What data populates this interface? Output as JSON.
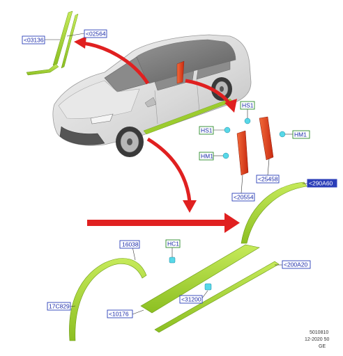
{
  "labels": {
    "l03136": "<03136",
    "l02564": "<02564",
    "hs1_top": "HS1",
    "hs1_left": "HS1",
    "hm1_right": "HM1",
    "hm1_left": "HM1",
    "l25458": "<25458",
    "l20554": "<20554",
    "l290a60": "<290A60",
    "l16038": "16038",
    "hc1": "HC1",
    "l200a20": "<200A20",
    "l17c829": "17C829",
    "l31200": "<31200",
    "l10176": "<10176"
  },
  "footer": {
    "line1": "5010810",
    "line2": "12-2020 50",
    "line3": "GE"
  },
  "colors": {
    "part_green": "#a8d63a",
    "part_red": "#e8401c",
    "arrow_red": "#e02020",
    "clip_cyan": "#58d8e8",
    "callout_blue": "#2a3db8",
    "callout_green": "#2b8a2b"
  }
}
